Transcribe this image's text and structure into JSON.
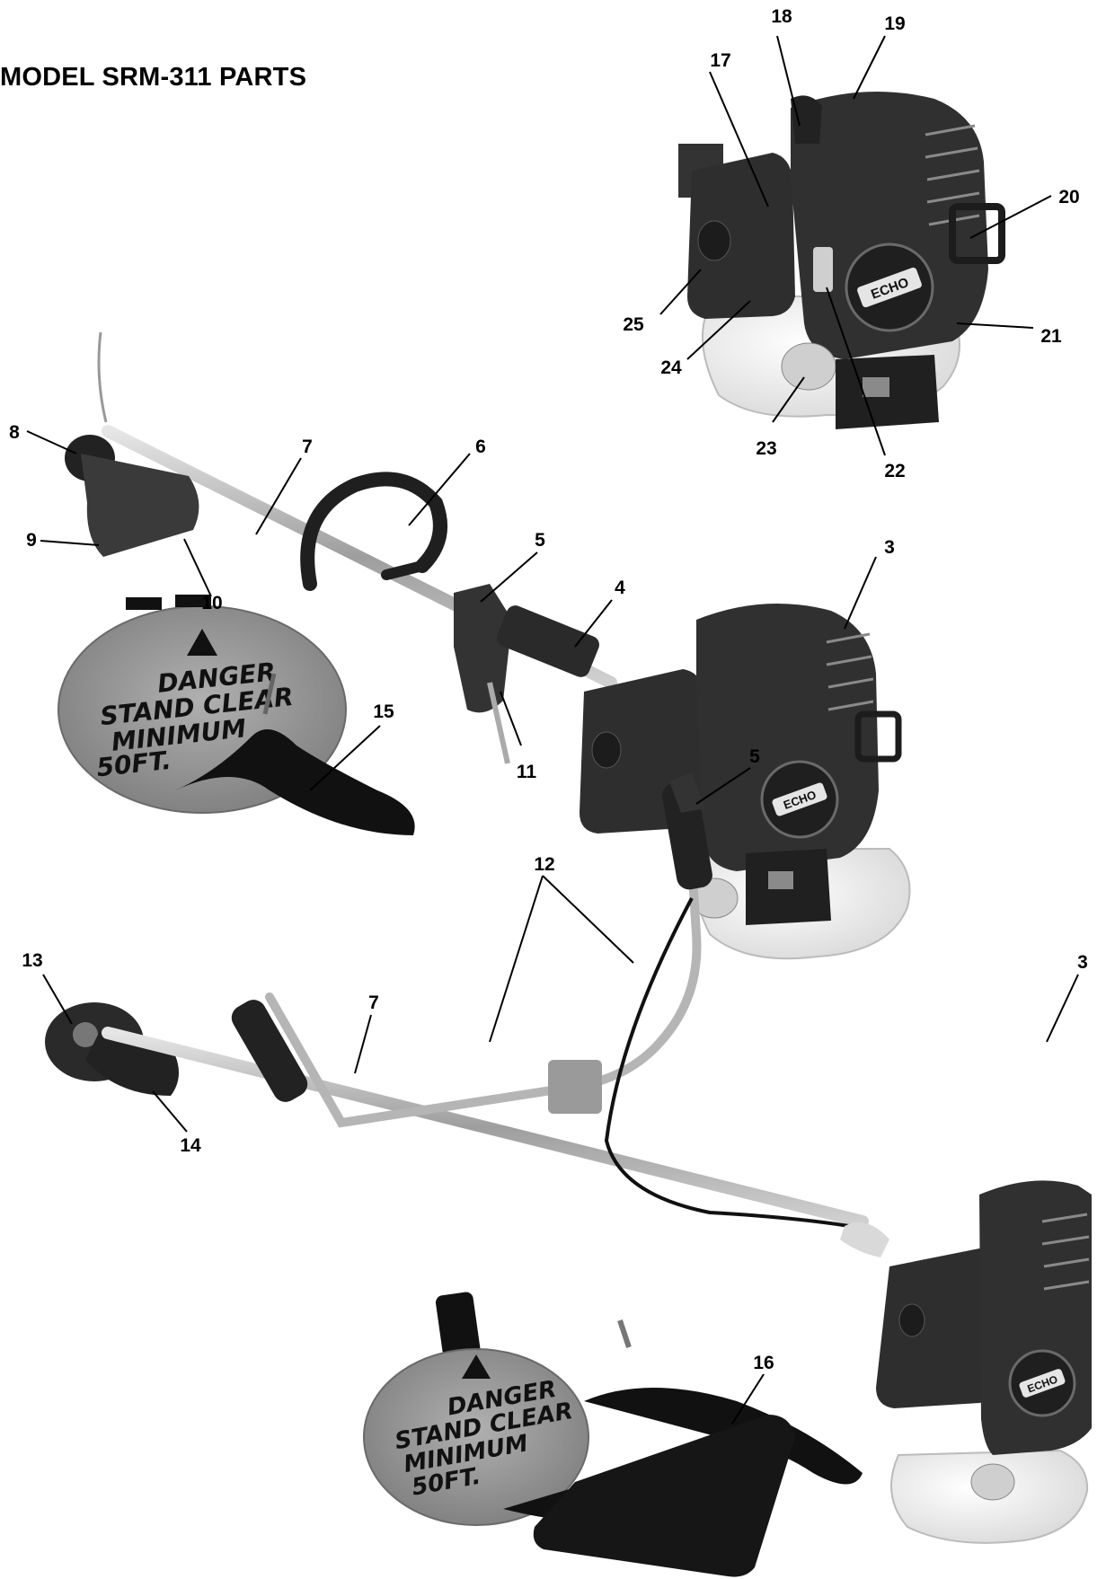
{
  "title": "MODEL SRM-311 PARTS",
  "brand_logo": "ECHO",
  "danger_sign": {
    "line1": "DANGER",
    "line2": "STAND CLEAR",
    "line3": "MINIMUM",
    "line4": "50FT."
  },
  "part_callouts": {
    "engine_closeup": [
      "17",
      "18",
      "19",
      "20",
      "21",
      "22",
      "23",
      "24",
      "25"
    ],
    "straight_shaft": [
      "8",
      "7",
      "6",
      "5",
      "4",
      "3",
      "9",
      "10",
      "11",
      "15"
    ],
    "bike_handle": [
      "5",
      "13",
      "12",
      "7",
      "3",
      "14",
      "16"
    ]
  },
  "colors": {
    "body": "#2b2b2b",
    "tank": "#f2f2f2",
    "shaft": "#bdbdbd",
    "sign": "#9a9a9a"
  }
}
